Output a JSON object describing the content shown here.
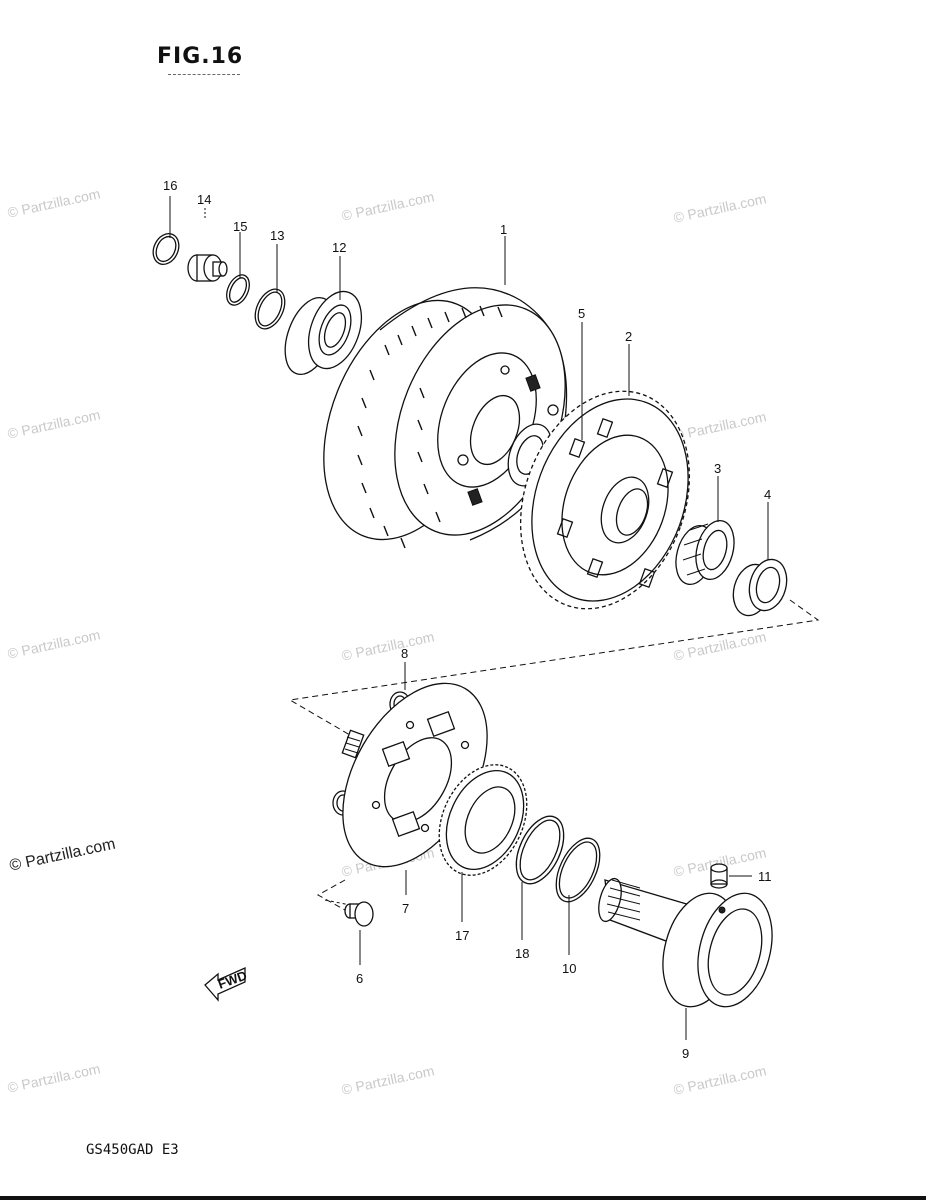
{
  "figure": {
    "title": "FIG.16",
    "model_code": "GS450GAD E3"
  },
  "watermarks": {
    "brand": "© Partzilla.com"
  },
  "callouts": {
    "p1": "1",
    "p2": "2",
    "p3": "3",
    "p4": "4",
    "p5": "5",
    "p6": "6",
    "p7": "7",
    "p8": "8",
    "p9": "9",
    "p10": "10",
    "p11": "11",
    "p12": "12",
    "p13": "13",
    "p14": "14",
    "p15": "15",
    "p16": "16",
    "p17": "17",
    "p18": "18"
  },
  "direction_arrow": {
    "label": "FWD"
  }
}
